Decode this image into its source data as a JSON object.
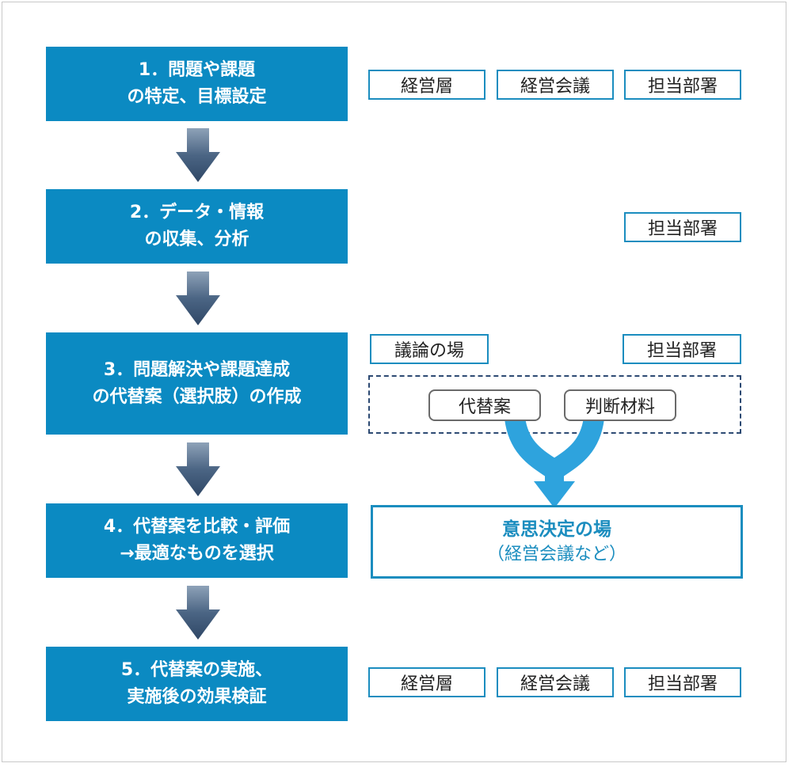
{
  "steps": [
    {
      "line1": "1．問題や課題",
      "line2": "の特定、目標設定"
    },
    {
      "line1": "2．データ・情報",
      "line2": "の収集、分析"
    },
    {
      "line1": "3．問題解決や課題達成",
      "line2": "の代替案（選択肢）の作成"
    },
    {
      "line1": "4．代替案を比較・評価",
      "line2": "→最適なものを選択"
    },
    {
      "line1": "5．代替案の実施、",
      "line2": "実施後の効果検証"
    }
  ],
  "tags": {
    "row1": [
      "経営層",
      "経営会議",
      "担当部署"
    ],
    "row2": [
      "担当部署"
    ],
    "row3_left": "議論の場",
    "row3_right": "担当部署",
    "row5": [
      "経営層",
      "経営会議",
      "担当部署"
    ]
  },
  "pills": [
    "代替案",
    "判断材料"
  ],
  "decision": {
    "title": "意思決定の場",
    "subtitle": "（経営会議など）"
  },
  "colors": {
    "step_fill": "#0b8ac2",
    "tag_border": "#1b8dbf",
    "arrow_dark": "#2f4766",
    "merge_arrow": "#2ea3dd"
  }
}
